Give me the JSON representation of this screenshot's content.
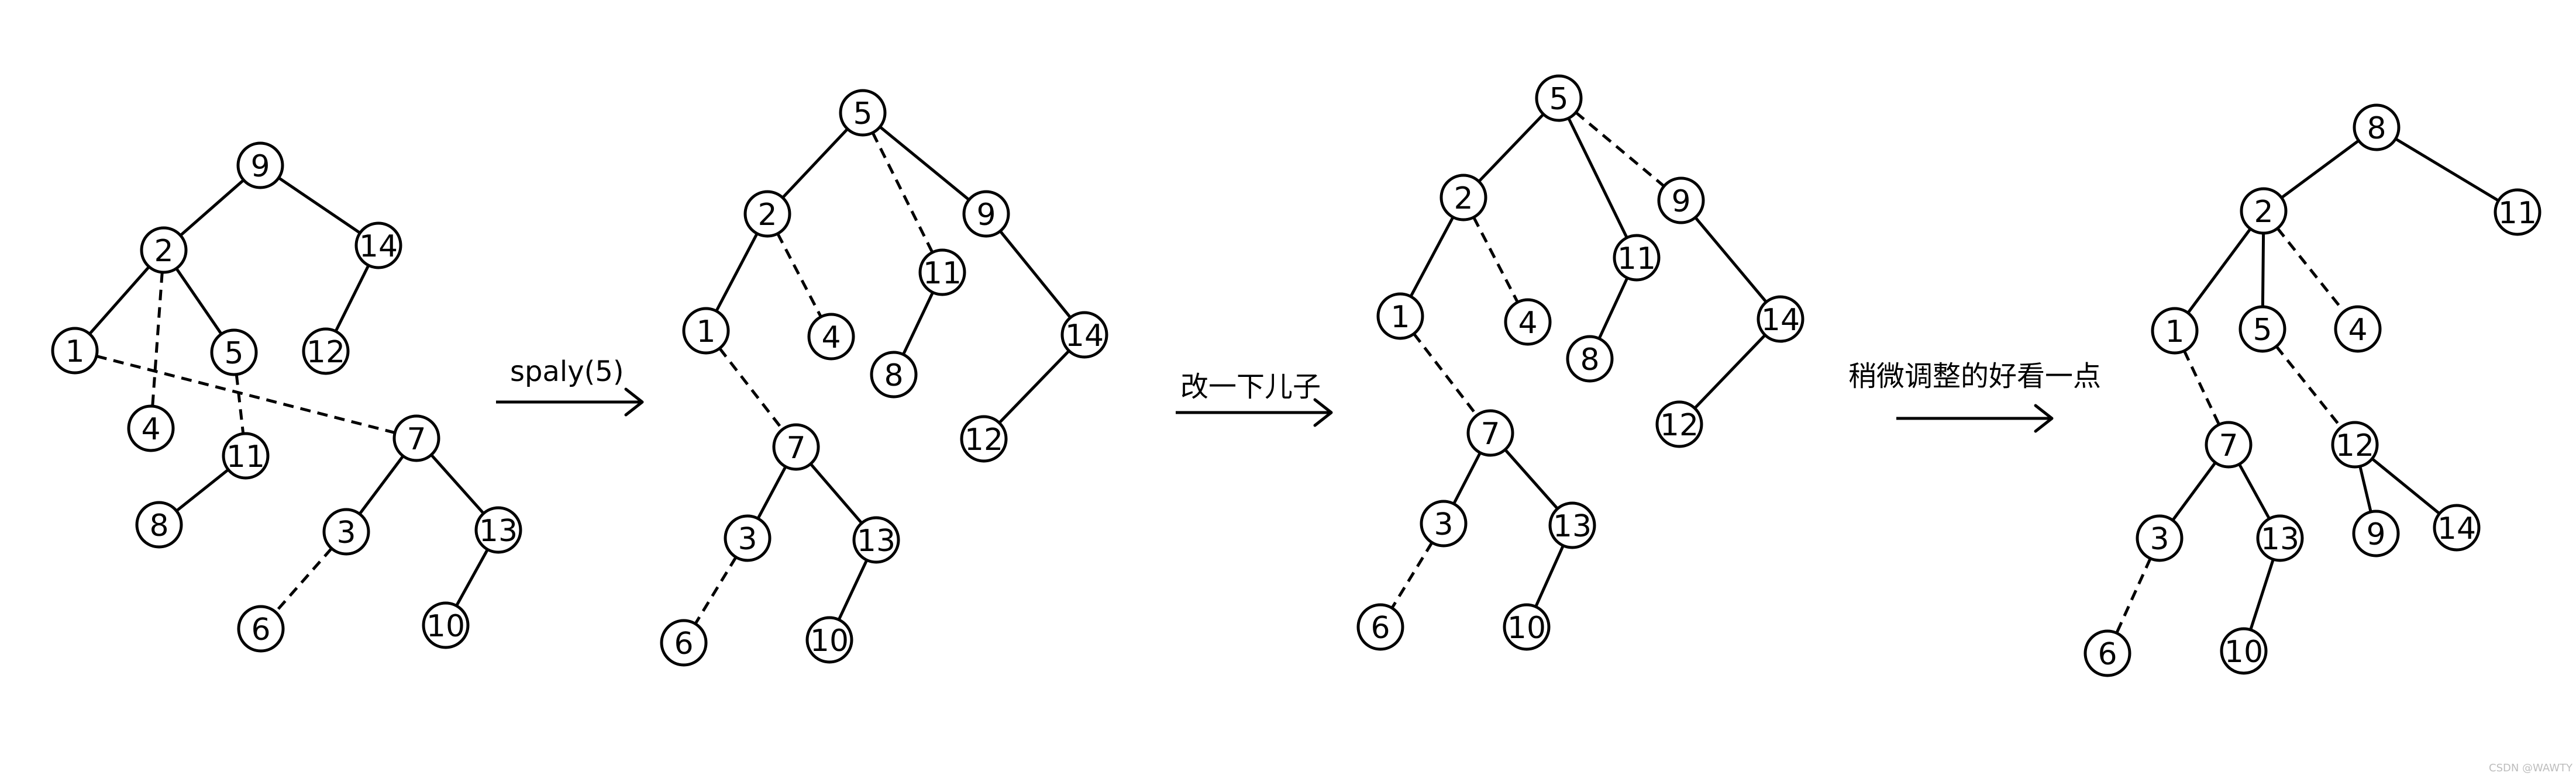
{
  "trees": [
    {
      "id": "tree-1",
      "nodes": [
        {
          "id": "t1n9",
          "label": "9"
        },
        {
          "id": "t1n2",
          "label": "2"
        },
        {
          "id": "t1n14",
          "label": "14"
        },
        {
          "id": "t1n1",
          "label": "1"
        },
        {
          "id": "t1n5",
          "label": "5"
        },
        {
          "id": "t1n12",
          "label": "12"
        },
        {
          "id": "t1n4",
          "label": "4"
        },
        {
          "id": "t1n7",
          "label": "7"
        },
        {
          "id": "t1n11",
          "label": "11"
        },
        {
          "id": "t1n8",
          "label": "8"
        },
        {
          "id": "t1n3",
          "label": "3"
        },
        {
          "id": "t1n13",
          "label": "13"
        },
        {
          "id": "t1n6",
          "label": "6"
        },
        {
          "id": "t1n10",
          "label": "10"
        }
      ],
      "edges": [
        {
          "from": "t1n9",
          "to": "t1n2",
          "style": "solid"
        },
        {
          "from": "t1n9",
          "to": "t1n14",
          "style": "solid"
        },
        {
          "from": "t1n2",
          "to": "t1n1",
          "style": "solid"
        },
        {
          "from": "t1n2",
          "to": "t1n5",
          "style": "solid"
        },
        {
          "from": "t1n2",
          "to": "t1n4",
          "style": "dashed"
        },
        {
          "from": "t1n14",
          "to": "t1n12",
          "style": "solid"
        },
        {
          "from": "t1n1",
          "to": "t1n7",
          "style": "dashed"
        },
        {
          "from": "t1n5",
          "to": "t1n11",
          "style": "dashed"
        },
        {
          "from": "t1n11",
          "to": "t1n8",
          "style": "solid"
        },
        {
          "from": "t1n7",
          "to": "t1n3",
          "style": "solid"
        },
        {
          "from": "t1n7",
          "to": "t1n13",
          "style": "solid"
        },
        {
          "from": "t1n3",
          "to": "t1n6",
          "style": "dashed"
        },
        {
          "from": "t1n13",
          "to": "t1n10",
          "style": "solid"
        }
      ]
    },
    {
      "id": "tree-2",
      "nodes": [
        {
          "id": "t2n5",
          "label": "5"
        },
        {
          "id": "t2n2",
          "label": "2"
        },
        {
          "id": "t2n9",
          "label": "9"
        },
        {
          "id": "t2n11",
          "label": "11"
        },
        {
          "id": "t2n1",
          "label": "1"
        },
        {
          "id": "t2n4",
          "label": "4"
        },
        {
          "id": "t2n14",
          "label": "14"
        },
        {
          "id": "t2n8",
          "label": "8"
        },
        {
          "id": "t2n12",
          "label": "12"
        },
        {
          "id": "t2n7",
          "label": "7"
        },
        {
          "id": "t2n3",
          "label": "3"
        },
        {
          "id": "t2n13",
          "label": "13"
        },
        {
          "id": "t2n6",
          "label": "6"
        },
        {
          "id": "t2n10",
          "label": "10"
        }
      ],
      "edges": [
        {
          "from": "t2n5",
          "to": "t2n2",
          "style": "solid"
        },
        {
          "from": "t2n5",
          "to": "t2n9",
          "style": "solid"
        },
        {
          "from": "t2n5",
          "to": "t2n11",
          "style": "dashed"
        },
        {
          "from": "t2n2",
          "to": "t2n1",
          "style": "solid"
        },
        {
          "from": "t2n2",
          "to": "t2n4",
          "style": "dashed"
        },
        {
          "from": "t2n11",
          "to": "t2n8",
          "style": "solid"
        },
        {
          "from": "t2n9",
          "to": "t2n14",
          "style": "solid"
        },
        {
          "from": "t2n14",
          "to": "t2n12",
          "style": "solid"
        },
        {
          "from": "t2n1",
          "to": "t2n7",
          "style": "dashed"
        },
        {
          "from": "t2n7",
          "to": "t2n3",
          "style": "solid"
        },
        {
          "from": "t2n7",
          "to": "t2n13",
          "style": "solid"
        },
        {
          "from": "t2n3",
          "to": "t2n6",
          "style": "dashed"
        },
        {
          "from": "t2n13",
          "to": "t2n10",
          "style": "solid"
        }
      ]
    },
    {
      "id": "tree-3",
      "nodes": [
        {
          "id": "t3n5",
          "label": "5"
        },
        {
          "id": "t3n2",
          "label": "2"
        },
        {
          "id": "t3n9",
          "label": "9"
        },
        {
          "id": "t3n11",
          "label": "11"
        },
        {
          "id": "t3n1",
          "label": "1"
        },
        {
          "id": "t3n4",
          "label": "4"
        },
        {
          "id": "t3n14",
          "label": "14"
        },
        {
          "id": "t3n8",
          "label": "8"
        },
        {
          "id": "t3n12",
          "label": "12"
        },
        {
          "id": "t3n7",
          "label": "7"
        },
        {
          "id": "t3n3",
          "label": "3"
        },
        {
          "id": "t3n13",
          "label": "13"
        },
        {
          "id": "t3n6",
          "label": "6"
        },
        {
          "id": "t3n10",
          "label": "10"
        }
      ],
      "edges": [
        {
          "from": "t3n5",
          "to": "t3n2",
          "style": "solid"
        },
        {
          "from": "t3n5",
          "to": "t3n11",
          "style": "solid"
        },
        {
          "from": "t3n5",
          "to": "t3n9",
          "style": "dashed"
        },
        {
          "from": "t3n2",
          "to": "t3n1",
          "style": "solid"
        },
        {
          "from": "t3n2",
          "to": "t3n4",
          "style": "dashed"
        },
        {
          "from": "t3n11",
          "to": "t3n8",
          "style": "solid"
        },
        {
          "from": "t3n9",
          "to": "t3n14",
          "style": "solid"
        },
        {
          "from": "t3n14",
          "to": "t3n12",
          "style": "solid"
        },
        {
          "from": "t3n1",
          "to": "t3n7",
          "style": "dashed"
        },
        {
          "from": "t3n7",
          "to": "t3n3",
          "style": "solid"
        },
        {
          "from": "t3n7",
          "to": "t3n13",
          "style": "solid"
        },
        {
          "from": "t3n3",
          "to": "t3n6",
          "style": "dashed"
        },
        {
          "from": "t3n13",
          "to": "t3n10",
          "style": "solid"
        }
      ]
    },
    {
      "id": "tree-4",
      "nodes": [
        {
          "id": "t4n8",
          "label": "8"
        },
        {
          "id": "t4n2",
          "label": "2"
        },
        {
          "id": "t4n11",
          "label": "11"
        },
        {
          "id": "t4n1",
          "label": "1"
        },
        {
          "id": "t4n5",
          "label": "5"
        },
        {
          "id": "t4n4",
          "label": "4"
        },
        {
          "id": "t4n7",
          "label": "7"
        },
        {
          "id": "t4n12",
          "label": "12"
        },
        {
          "id": "t4n3",
          "label": "3"
        },
        {
          "id": "t4n13",
          "label": "13"
        },
        {
          "id": "t4n9",
          "label": "9"
        },
        {
          "id": "t4n14",
          "label": "14"
        },
        {
          "id": "t4n6",
          "label": "6"
        },
        {
          "id": "t4n10",
          "label": "10"
        }
      ],
      "edges": [
        {
          "from": "t4n8",
          "to": "t4n2",
          "style": "solid"
        },
        {
          "from": "t4n8",
          "to": "t4n11",
          "style": "solid"
        },
        {
          "from": "t4n2",
          "to": "t4n1",
          "style": "solid"
        },
        {
          "from": "t4n2",
          "to": "t4n5",
          "style": "solid"
        },
        {
          "from": "t4n2",
          "to": "t4n4",
          "style": "dashed"
        },
        {
          "from": "t4n1",
          "to": "t4n7",
          "style": "dashed"
        },
        {
          "from": "t4n5",
          "to": "t4n12",
          "style": "dashed"
        },
        {
          "from": "t4n7",
          "to": "t4n3",
          "style": "solid"
        },
        {
          "from": "t4n7",
          "to": "t4n13",
          "style": "solid"
        },
        {
          "from": "t4n12",
          "to": "t4n9",
          "style": "solid"
        },
        {
          "from": "t4n12",
          "to": "t4n14",
          "style": "solid"
        },
        {
          "from": "t4n3",
          "to": "t4n6",
          "style": "dashed"
        },
        {
          "from": "t4n13",
          "to": "t4n10",
          "style": "solid"
        }
      ]
    }
  ],
  "arrows": [
    {
      "id": "arrow-1",
      "label": "spaly(5)"
    },
    {
      "id": "arrow-2",
      "label": "改一下儿子"
    },
    {
      "id": "arrow-3",
      "label": "稍微调整的好看一点"
    }
  ],
  "watermark": "CSDN @WAWTY"
}
